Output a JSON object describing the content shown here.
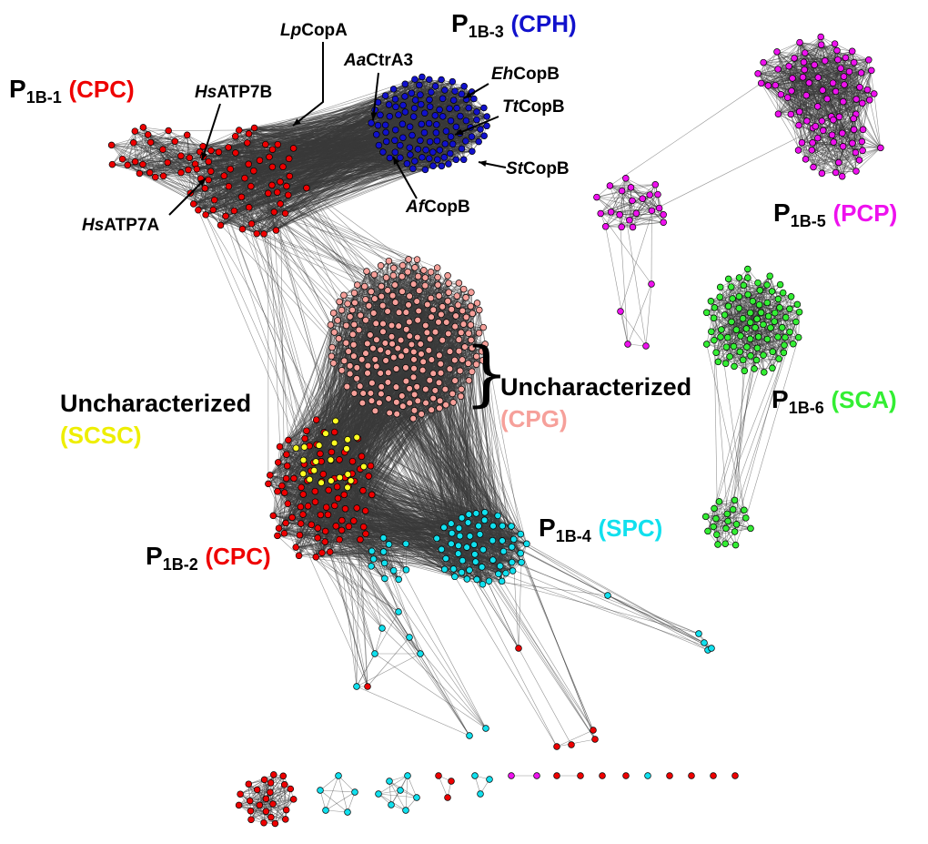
{
  "colors": {
    "edge": "#3a3a3a",
    "CPC": "#ee0000",
    "CPH": "#1111cc",
    "PCP": "#ee11ee",
    "SCA": "#33ee33",
    "SPC": "#11e0ee",
    "CPG": "#f6a09a",
    "SCSC": "#ffff22"
  },
  "clusters": {
    "p1b1": {
      "prefix": "P",
      "sub": "1B-1",
      "abbr": "(CPC)",
      "color": "#ee0000"
    },
    "p1b2": {
      "prefix": "P",
      "sub": "1B-2",
      "abbr": "(CPC)",
      "color": "#ee0000"
    },
    "p1b3": {
      "prefix": "P",
      "sub": "1B-3",
      "abbr": "(CPH)",
      "color": "#1111cc"
    },
    "p1b4": {
      "prefix": "P",
      "sub": "1B-4",
      "abbr": "(SPC)",
      "color": "#11e0ee"
    },
    "p1b5": {
      "prefix": "P",
      "sub": "1B-5",
      "abbr": "(PCP)",
      "color": "#ee11ee"
    },
    "p1b6": {
      "prefix": "P",
      "sub": "1B-6",
      "abbr": "(SCA)",
      "color": "#33ee33"
    }
  },
  "uncharacterized": {
    "cpg": {
      "word": "Uncharacterized",
      "abbr": "(CPG)"
    },
    "scsc": {
      "word": "Uncharacterized",
      "abbr": "(SCSC)"
    }
  },
  "proteins": {
    "lpcopa": {
      "italic": "Lp",
      "rest": "CopA"
    },
    "aactra3": {
      "italic": "Aa",
      "rest": "CtrA3"
    },
    "ehcopb": {
      "italic": "Eh",
      "rest": "CopB"
    },
    "ttcopb": {
      "italic": "Tt",
      "rest": "CopB"
    },
    "stcopb": {
      "italic": "St",
      "rest": "CopB"
    },
    "afcopb": {
      "italic": "Af",
      "rest": "CopB"
    },
    "hsatp7b": {
      "italic": "Hs",
      "rest": "ATP7B"
    },
    "hsatp7a": {
      "italic": "Hs",
      "rest": "ATP7A"
    }
  },
  "brace_glyph": "}"
}
